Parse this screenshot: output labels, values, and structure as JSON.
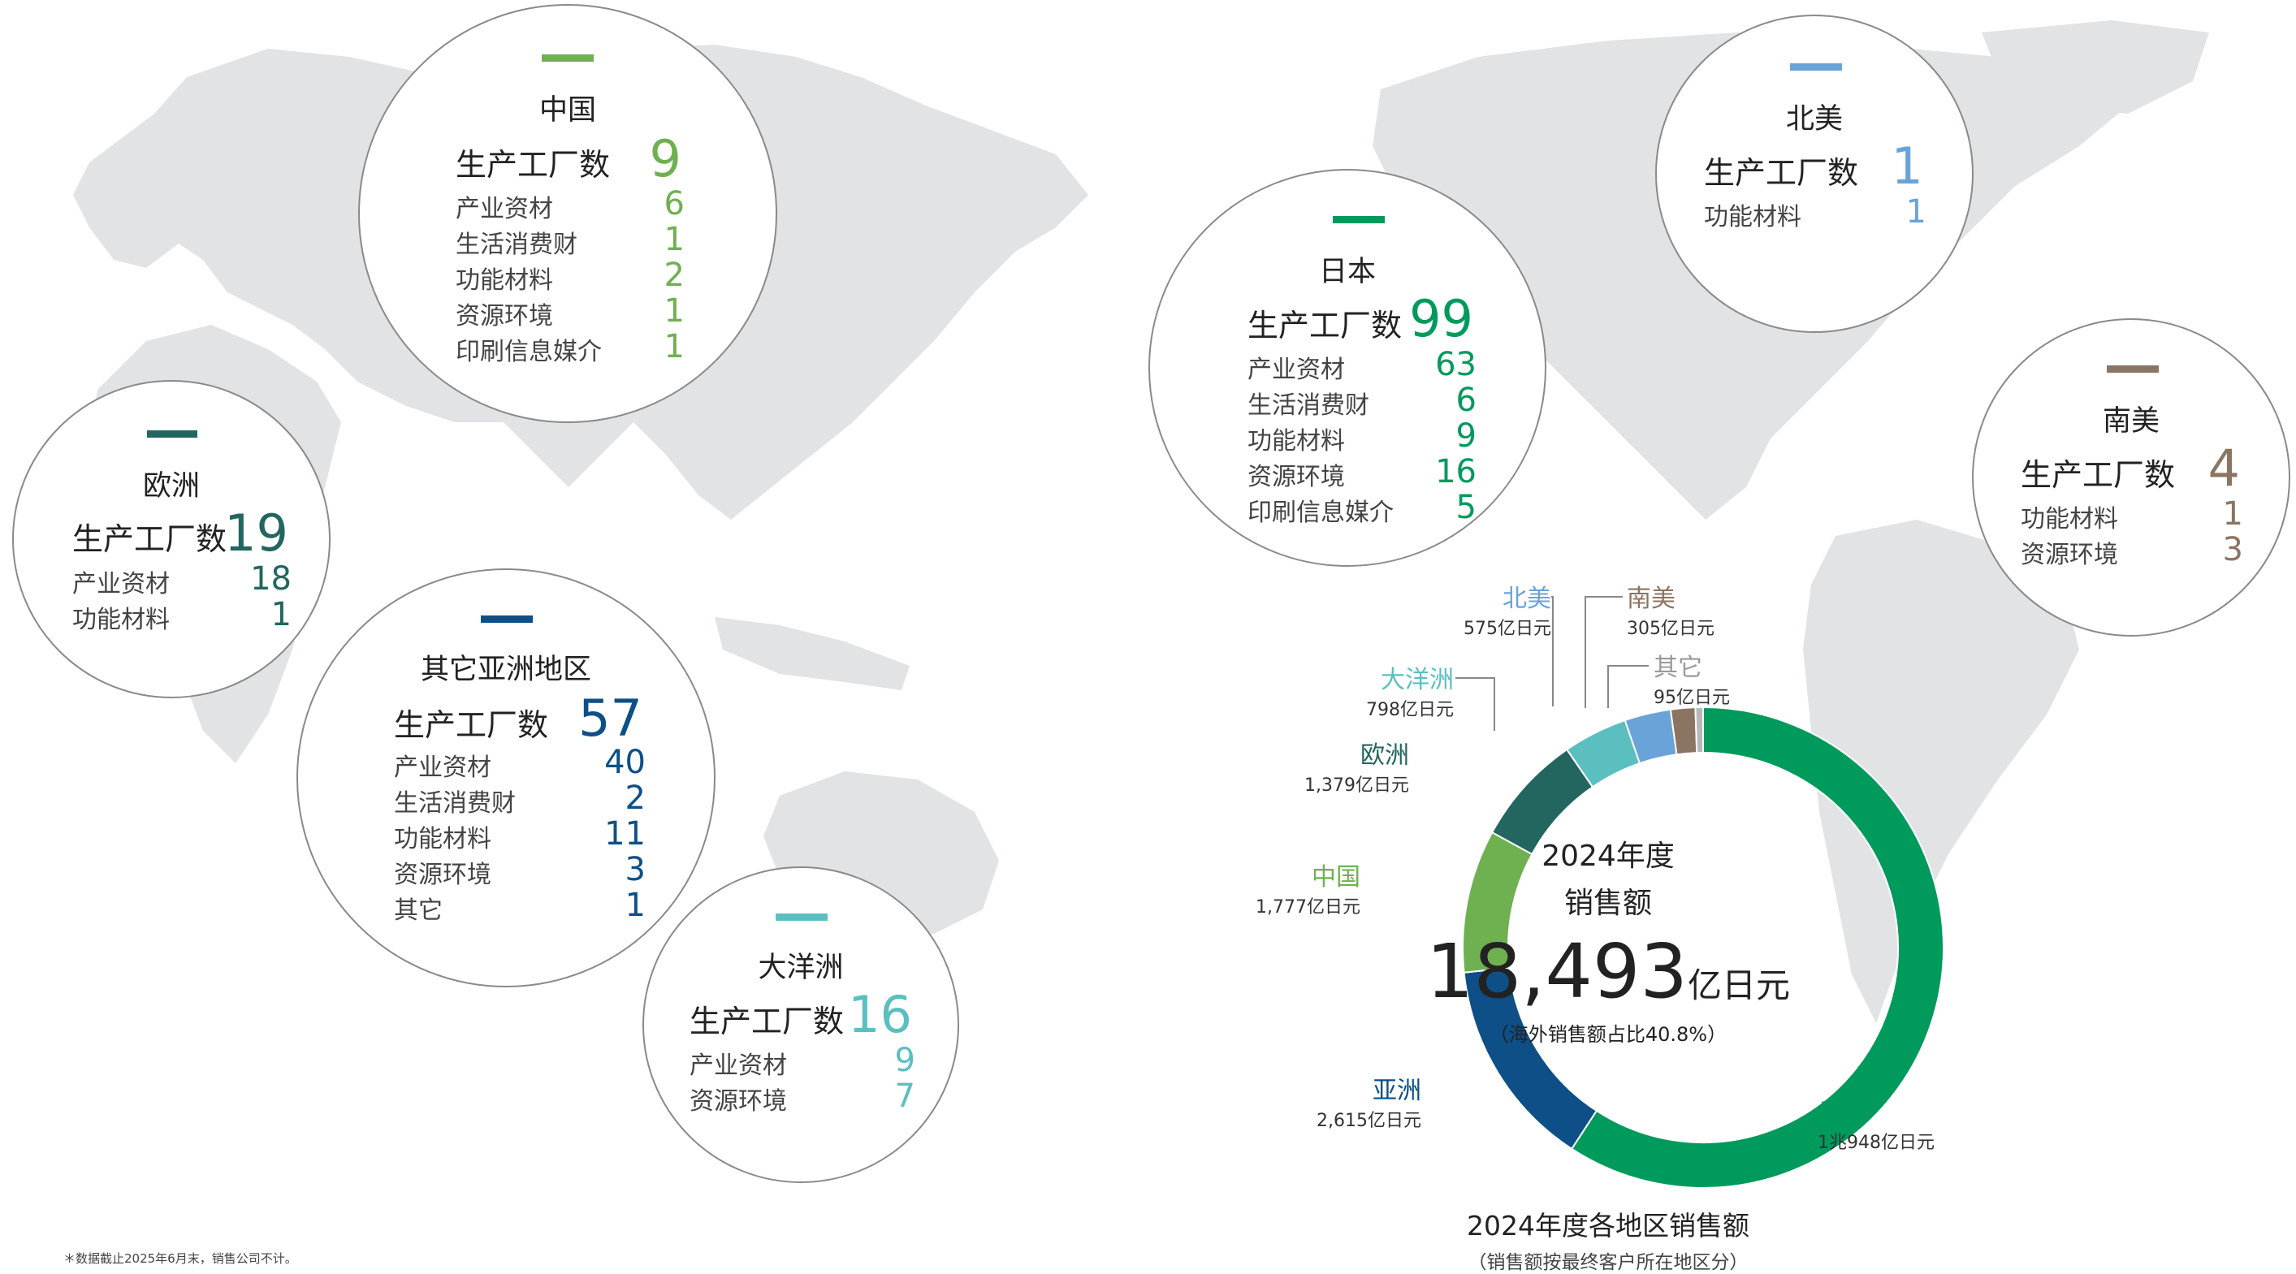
{
  "colors": {
    "japan": "#009a5c",
    "china": "#6fb050",
    "europe": "#22665f",
    "asia": "#0d4f86",
    "oceania": "#5bbfbf",
    "north_america": "#6aa3d8",
    "south_america": "#8b7461",
    "other": "#b8b8b8",
    "map": "#e1e3e5",
    "circle_border": "#8a8a8a"
  },
  "factory_label": "生产工厂数",
  "regions": [
    {
      "id": "china",
      "name": "中国",
      "total": "9",
      "color": "#6fb050",
      "segments": [
        {
          "name": "产业资材",
          "value": "6"
        },
        {
          "name": "生活消费财",
          "value": "1"
        },
        {
          "name": "功能材料",
          "value": "2"
        },
        {
          "name": "资源环境",
          "value": "1"
        },
        {
          "name": "印刷信息媒介",
          "value": "1"
        }
      ]
    },
    {
      "id": "europe",
      "name": "欧洲",
      "total": "19",
      "color": "#22665f",
      "segments": [
        {
          "name": "产业资材",
          "value": "18"
        },
        {
          "name": "功能材料",
          "value": "1"
        }
      ]
    },
    {
      "id": "asia",
      "name": "其它亚洲地区",
      "total": "57",
      "color": "#0d4f86",
      "segments": [
        {
          "name": "产业资材",
          "value": "40"
        },
        {
          "name": "生活消费财",
          "value": "2"
        },
        {
          "name": "功能材料",
          "value": "11"
        },
        {
          "name": "资源环境",
          "value": "3"
        },
        {
          "name": "其它",
          "value": "1"
        }
      ]
    },
    {
      "id": "oceania",
      "name": "大洋洲",
      "total": "16",
      "color": "#5bbfbf",
      "segments": [
        {
          "name": "产业资材",
          "value": "9"
        },
        {
          "name": "资源环境",
          "value": "7"
        }
      ]
    },
    {
      "id": "japan",
      "name": "日本",
      "total": "99",
      "color": "#009a5c",
      "segments": [
        {
          "name": "产业资材",
          "value": "63"
        },
        {
          "name": "生活消费财",
          "value": "6"
        },
        {
          "name": "功能材料",
          "value": "9"
        },
        {
          "name": "资源环境",
          "value": "16"
        },
        {
          "name": "印刷信息媒介",
          "value": "5"
        }
      ]
    },
    {
      "id": "north_america",
      "name": "北美",
      "total": "1",
      "color": "#6aa3d8",
      "segments": [
        {
          "name": "功能材料",
          "value": "1"
        }
      ]
    },
    {
      "id": "south_america",
      "name": "南美",
      "total": "4",
      "color": "#8b7461",
      "segments": [
        {
          "name": "功能材料",
          "value": "1"
        },
        {
          "name": "资源环境",
          "value": "3"
        }
      ]
    }
  ],
  "chart_data": {
    "type": "pie",
    "title": "2024年度各地区销售额",
    "subtitle": "（销售额按最终客户所在地区分）",
    "center": {
      "line1": "2024年度",
      "line2": "销售额",
      "total": "18,493",
      "unit": "亿日元",
      "note": "（海外销售额占比40.8%）"
    },
    "slices": [
      {
        "id": "japan",
        "name": "日本",
        "label": "1兆948亿日元",
        "value": 10948,
        "color": "#009a5c"
      },
      {
        "id": "asia",
        "name": "亚洲",
        "label": "2,615亿日元",
        "value": 2615,
        "color": "#0d4f86"
      },
      {
        "id": "china",
        "name": "中国",
        "label": "1,777亿日元",
        "value": 1777,
        "color": "#6fb050"
      },
      {
        "id": "europe",
        "name": "欧洲",
        "label": "1,379亿日元",
        "value": 1379,
        "color": "#22665f"
      },
      {
        "id": "oceania",
        "name": "大洋洲",
        "label": "798亿日元",
        "value": 798,
        "color": "#5bbfbf"
      },
      {
        "id": "north_america",
        "name": "北美",
        "label": "575亿日元",
        "value": 575,
        "color": "#6aa3d8"
      },
      {
        "id": "south_america",
        "name": "南美",
        "label": "305亿日元",
        "value": 305,
        "color": "#8b7461"
      },
      {
        "id": "other",
        "name": "其它",
        "label": "95亿日元",
        "value": 95,
        "color": "#b8b8b8"
      }
    ]
  },
  "footnote": "＊数据截止2025年6月末，销售公司不计。"
}
